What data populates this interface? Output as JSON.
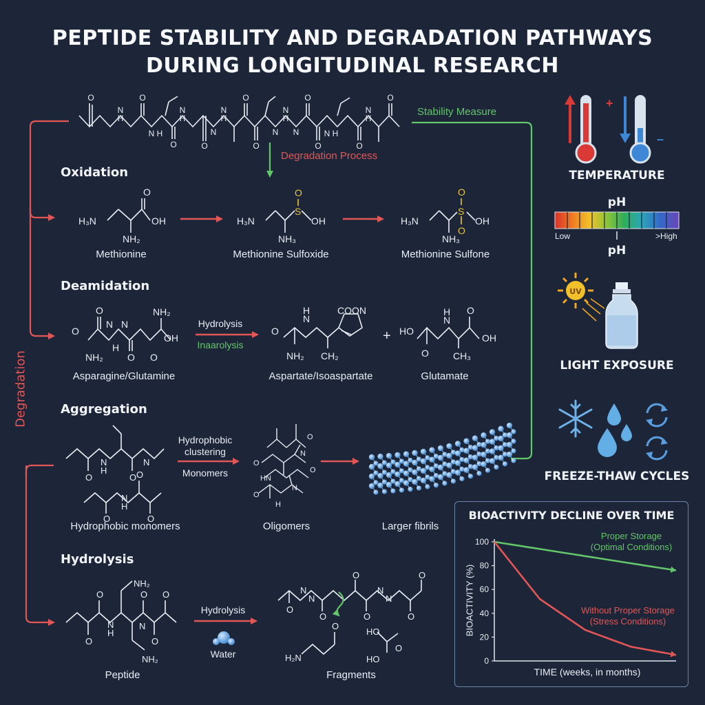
{
  "title": {
    "line1": "PEPTIDE STABILITY AND DEGRADATION PATHWAYS",
    "line2": "DURING LONGITUDINAL RESEARCH"
  },
  "flow": {
    "stability_measure": "Stability Measure",
    "degradation_process": "Degradation Process",
    "degradation_side": "Degradation"
  },
  "oxidation": {
    "heading": "Oxidation",
    "molecules": [
      "Methionine",
      "Methionine Sulfoxide",
      "Methionine Sulfone"
    ]
  },
  "deamidation": {
    "heading": "Deamidation",
    "step_label_1": "Hydrolysis",
    "step_label_2": "Inaarolysis",
    "plus": "+",
    "molecules": [
      "Asparagine/Glutamine",
      "Aspartate/Isoaspartate",
      "Glutamate"
    ]
  },
  "aggregation": {
    "heading": "Aggregation",
    "step_label_1": "Hydrophobic",
    "step_label_2": "clustering",
    "step_label_3": "Monomers",
    "molecules": [
      "Hydrophobic monomers",
      "Oligomers",
      "Larger fibrils"
    ]
  },
  "hydrolysis": {
    "heading": "Hydrolysis",
    "step_label": "Hydrolysis",
    "reagent": "Water",
    "molecules": [
      "Peptide",
      "Fragments"
    ]
  },
  "factors": {
    "temperature": "TEMPERATURE",
    "ph_title": "pH",
    "ph_low": "Low",
    "ph_high": ">High",
    "ph_bottom": "pH",
    "uv_badge": "UV",
    "light": "LIGHT EXPOSURE",
    "freeze": "FREEZE-THAW CYCLES",
    "thermo_plus": "+",
    "thermo_minus": "–"
  },
  "colors": {
    "background": "#1d2639",
    "red": "#e25656",
    "green": "#63c66a",
    "chem": "#e9edf3",
    "sulfur": "#e8c63a",
    "blue_bead": "#7fb8ea"
  },
  "chart_data": {
    "type": "line",
    "title": "BIOACTIVITY DECLINE OVER TIME",
    "xlabel": "TIME (weeks, in months)",
    "ylabel": "BIOACTIVITY (%)",
    "ylim": [
      0,
      100
    ],
    "yticks": [
      0,
      20,
      40,
      60,
      80,
      100
    ],
    "x": [
      0,
      0.25,
      0.5,
      0.75,
      1.0
    ],
    "series": [
      {
        "name": "Proper Storage",
        "name_sub": "(Optimal Conditions)",
        "color": "#63c66a",
        "values": [
          100,
          94,
          88,
          82,
          76
        ]
      },
      {
        "name": "Without Proper Storage",
        "name_sub": "(Stress Conditions)",
        "color": "#e25656",
        "values": [
          100,
          52,
          26,
          12,
          5
        ]
      }
    ]
  }
}
